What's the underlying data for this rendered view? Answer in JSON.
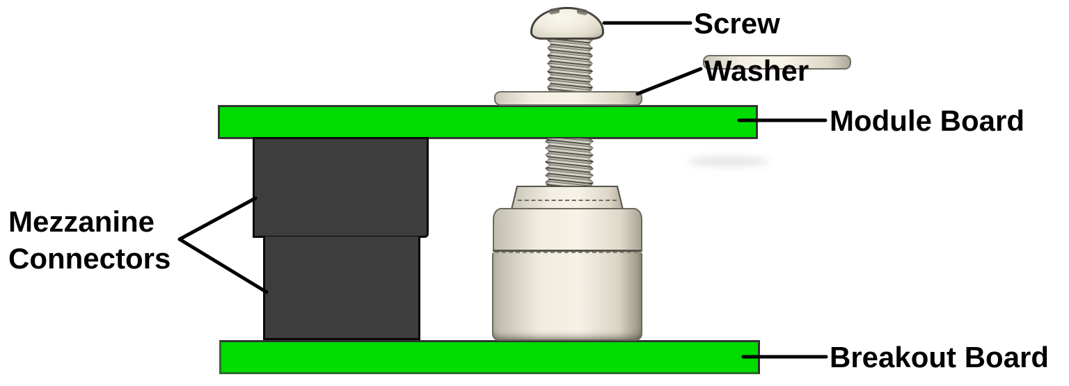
{
  "labels": {
    "screw": "Screw",
    "washer": "Washer",
    "module_board": "Module Board",
    "mezzanine_line1": "Mezzanine",
    "mezzanine_line2": "Connectors",
    "breakout_board": "Breakout Board"
  },
  "colors": {
    "board_green": "#00DC00",
    "connector_gray": "#3D3D3D",
    "hardware_cream": "#EDE9DD",
    "outline_black": "#000000",
    "label_text": "#000000"
  }
}
